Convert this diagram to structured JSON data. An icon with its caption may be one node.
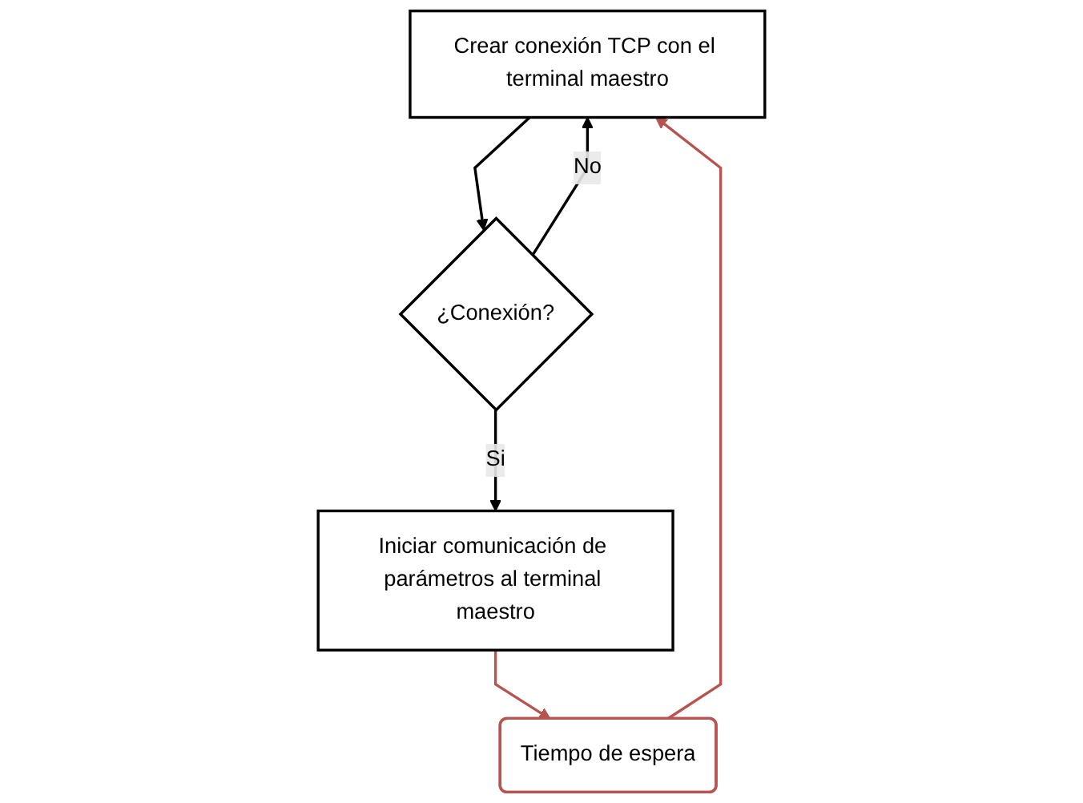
{
  "diagram": {
    "nodes": [
      {
        "text": [
          "Crear conexión TCP con el terminal maestro"
        ]
      },
      {
        "text": [
          "¿Conexión?"
        ]
      },
      {
        "text": [
          "Iniciar comunicación de parámetros al terminal maestro"
        ]
      },
      {
        "text": [
          "Tiempo de espera"
        ]
      }
    ],
    "edges": [
      {
        "from": 0,
        "to": 1,
        "arrow": "to"
      },
      {
        "from": 1,
        "to": 0,
        "label": "No",
        "arrow": "to"
      },
      {
        "from": 1,
        "to": 2,
        "label": "Si",
        "arrow": "to"
      },
      {
        "from": 2,
        "to": 3,
        "arrow": "to",
        "color": "#b85450"
      },
      {
        "from": 3,
        "to": 0,
        "arrow": "to",
        "color": "#b85450"
      }
    ]
  }
}
